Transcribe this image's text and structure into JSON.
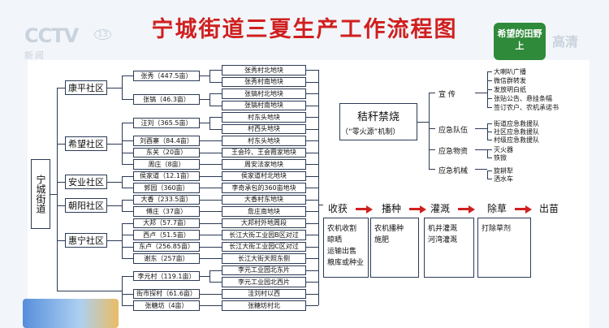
{
  "title": "宁城街道三夏生产工作流程图",
  "channel": {
    "logo": "CCTV",
    "number": "13",
    "sub": "新闻",
    "hd": "高清"
  },
  "show_badge": "希望的田野上",
  "root": "宁城街道",
  "communities": [
    {
      "name": "康平社区",
      "farms": [
        {
          "name": "张秀（447.5亩）",
          "plots": [
            "张秀村北地块",
            "张秀村南地块"
          ]
        },
        {
          "name": "张镐（46.3亩）",
          "plots": [
            "张镐村北地块",
            "张镐村南地块"
          ]
        }
      ]
    },
    {
      "name": "希望社区",
      "farms": [
        {
          "name": "汪刘（365.5亩）",
          "plots": [
            "村东头地块",
            "村西头地块"
          ]
        },
        {
          "name": "刘酉寨（84.4亩）",
          "plots": [
            "村东头地块"
          ]
        },
        {
          "name": "东关（20亩）",
          "plots": [
            "王会玲、王会霞家地块"
          ]
        },
        {
          "name": "周庄（8亩）",
          "plots": [
            "周安法家地块"
          ]
        }
      ]
    },
    {
      "name": "安业社区",
      "farms": [
        {
          "name": "侯家道（12.1亩）",
          "plots": [
            "侯家道村北地块"
          ]
        },
        {
          "name": "郭园（360亩）",
          "plots": [
            "李奇承包的360亩地块"
          ]
        }
      ]
    },
    {
      "name": "朝阳社区",
      "farms": [
        {
          "name": "大香（233.5亩）",
          "plots": [
            "大香村东地块"
          ]
        },
        {
          "name": "傅庄（37亩）",
          "plots": [
            "詹庄南地块"
          ]
        }
      ]
    },
    {
      "name": "惠宁社区",
      "farms": [
        {
          "name": "大邦（57.7亩）",
          "plots": [
            "大邦村外地周段"
          ]
        },
        {
          "name": "西卢（51.5亩）",
          "plots": [
            "长江大街工业园B区对过"
          ]
        },
        {
          "name": "东卢（256.85亩）",
          "plots": [
            "长江大街工业园C区对过"
          ]
        },
        {
          "name": "谢东（257亩）",
          "plots": [
            "长江大街天照东侧"
          ]
        }
      ]
    },
    {
      "name": "",
      "farms": [
        {
          "name": "李元村（119.1亩）",
          "plots": [
            "李元工业园北东片",
            "李元工业园北西片"
          ]
        },
        {
          "name": "街市探村（61.6亩）",
          "plots": [
            "洼刘村以西"
          ]
        },
        {
          "name": "张糖坊（4亩）",
          "plots": [
            "张糖坊村北"
          ]
        }
      ]
    }
  ],
  "straw": {
    "title": "秸秆禁烧",
    "subtitle": "（“零火源”机制）",
    "branches": [
      {
        "label": "宣 传",
        "items": [
          "大喇叭广播",
          "微信群转发",
          "发放明白纸",
          "张贴公告、悬挂条幅",
          "签订农户、农机承诺书"
        ]
      },
      {
        "label": "应急队伍",
        "items": [
          "街道应急救援队",
          "社区应急救援队",
          "村级应急救援队"
        ]
      },
      {
        "label": "应急物资",
        "items": [
          "灭火器",
          "铁锨"
        ]
      },
      {
        "label": "应急机械",
        "items": [
          "旋耕犁",
          "洒水车"
        ]
      }
    ]
  },
  "stages": [
    {
      "name": "收获",
      "items": [
        "农机收割",
        "晾晒",
        "运输出售",
        "粮库或种业"
      ]
    },
    {
      "name": "播种",
      "items": [
        "农机播种",
        "施肥"
      ]
    },
    {
      "name": "灌溉",
      "items": [
        "机井灌溉",
        "河湾灌溉"
      ]
    },
    {
      "name": "除草",
      "items": [
        "打除草剂"
      ]
    },
    {
      "name": "出苗",
      "items": []
    }
  ]
}
